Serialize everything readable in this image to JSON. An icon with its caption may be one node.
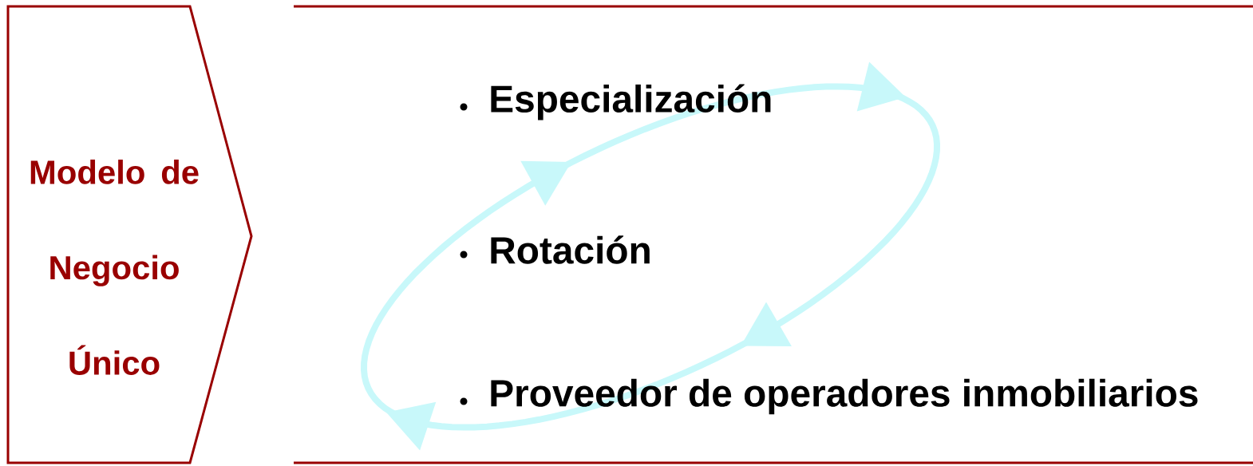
{
  "diagram": {
    "nodes": [
      {
        "text": [
          "Modelo de Negocio Único"
        ]
      }
    ],
    "edges": [],
    "labels": [
      "Especialización",
      "Rotación",
      "Proveedor de operadores inmobiliarios"
    ]
  }
}
